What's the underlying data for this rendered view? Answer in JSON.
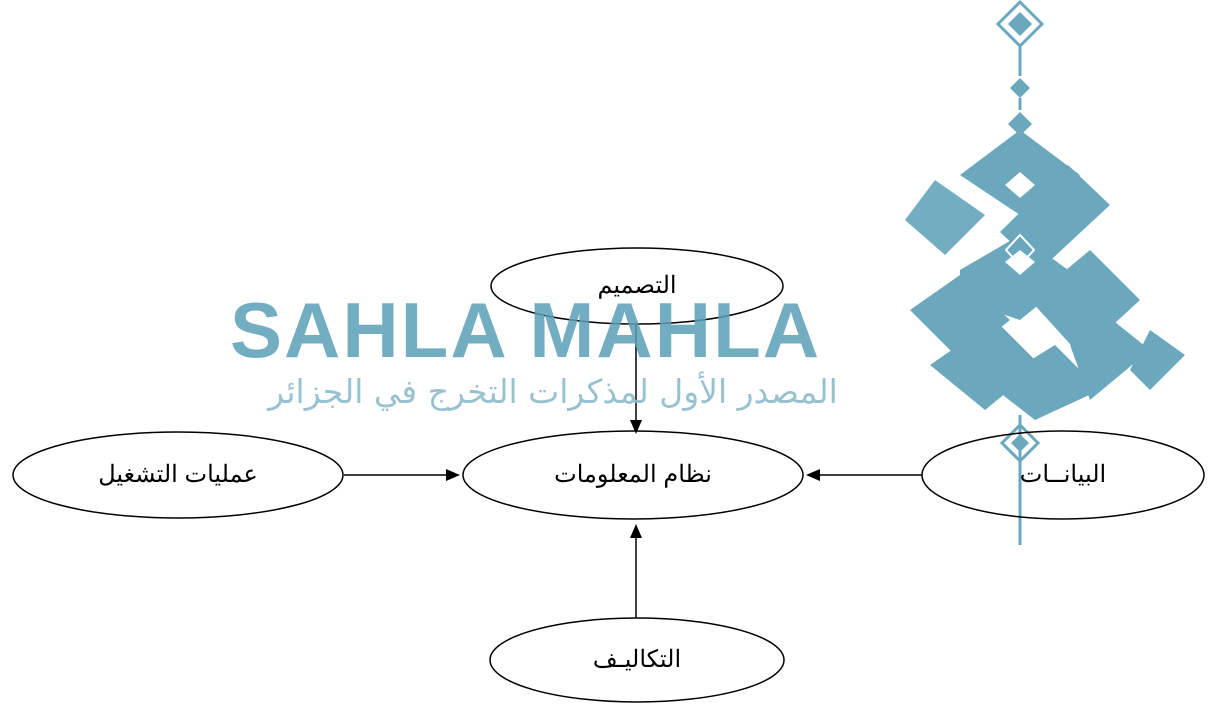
{
  "watermark": {
    "brand": "SAHLA MAHLA",
    "tagline": "المصدر الأول لمذكرات التخرج في الجزائر",
    "color": "#5b9fb7"
  },
  "diagram": {
    "center": "نظام المعلومات",
    "top": "التصميم",
    "bottom": "التكاليـف",
    "left": "عمليات التشغيل",
    "right": "البيانــات"
  }
}
